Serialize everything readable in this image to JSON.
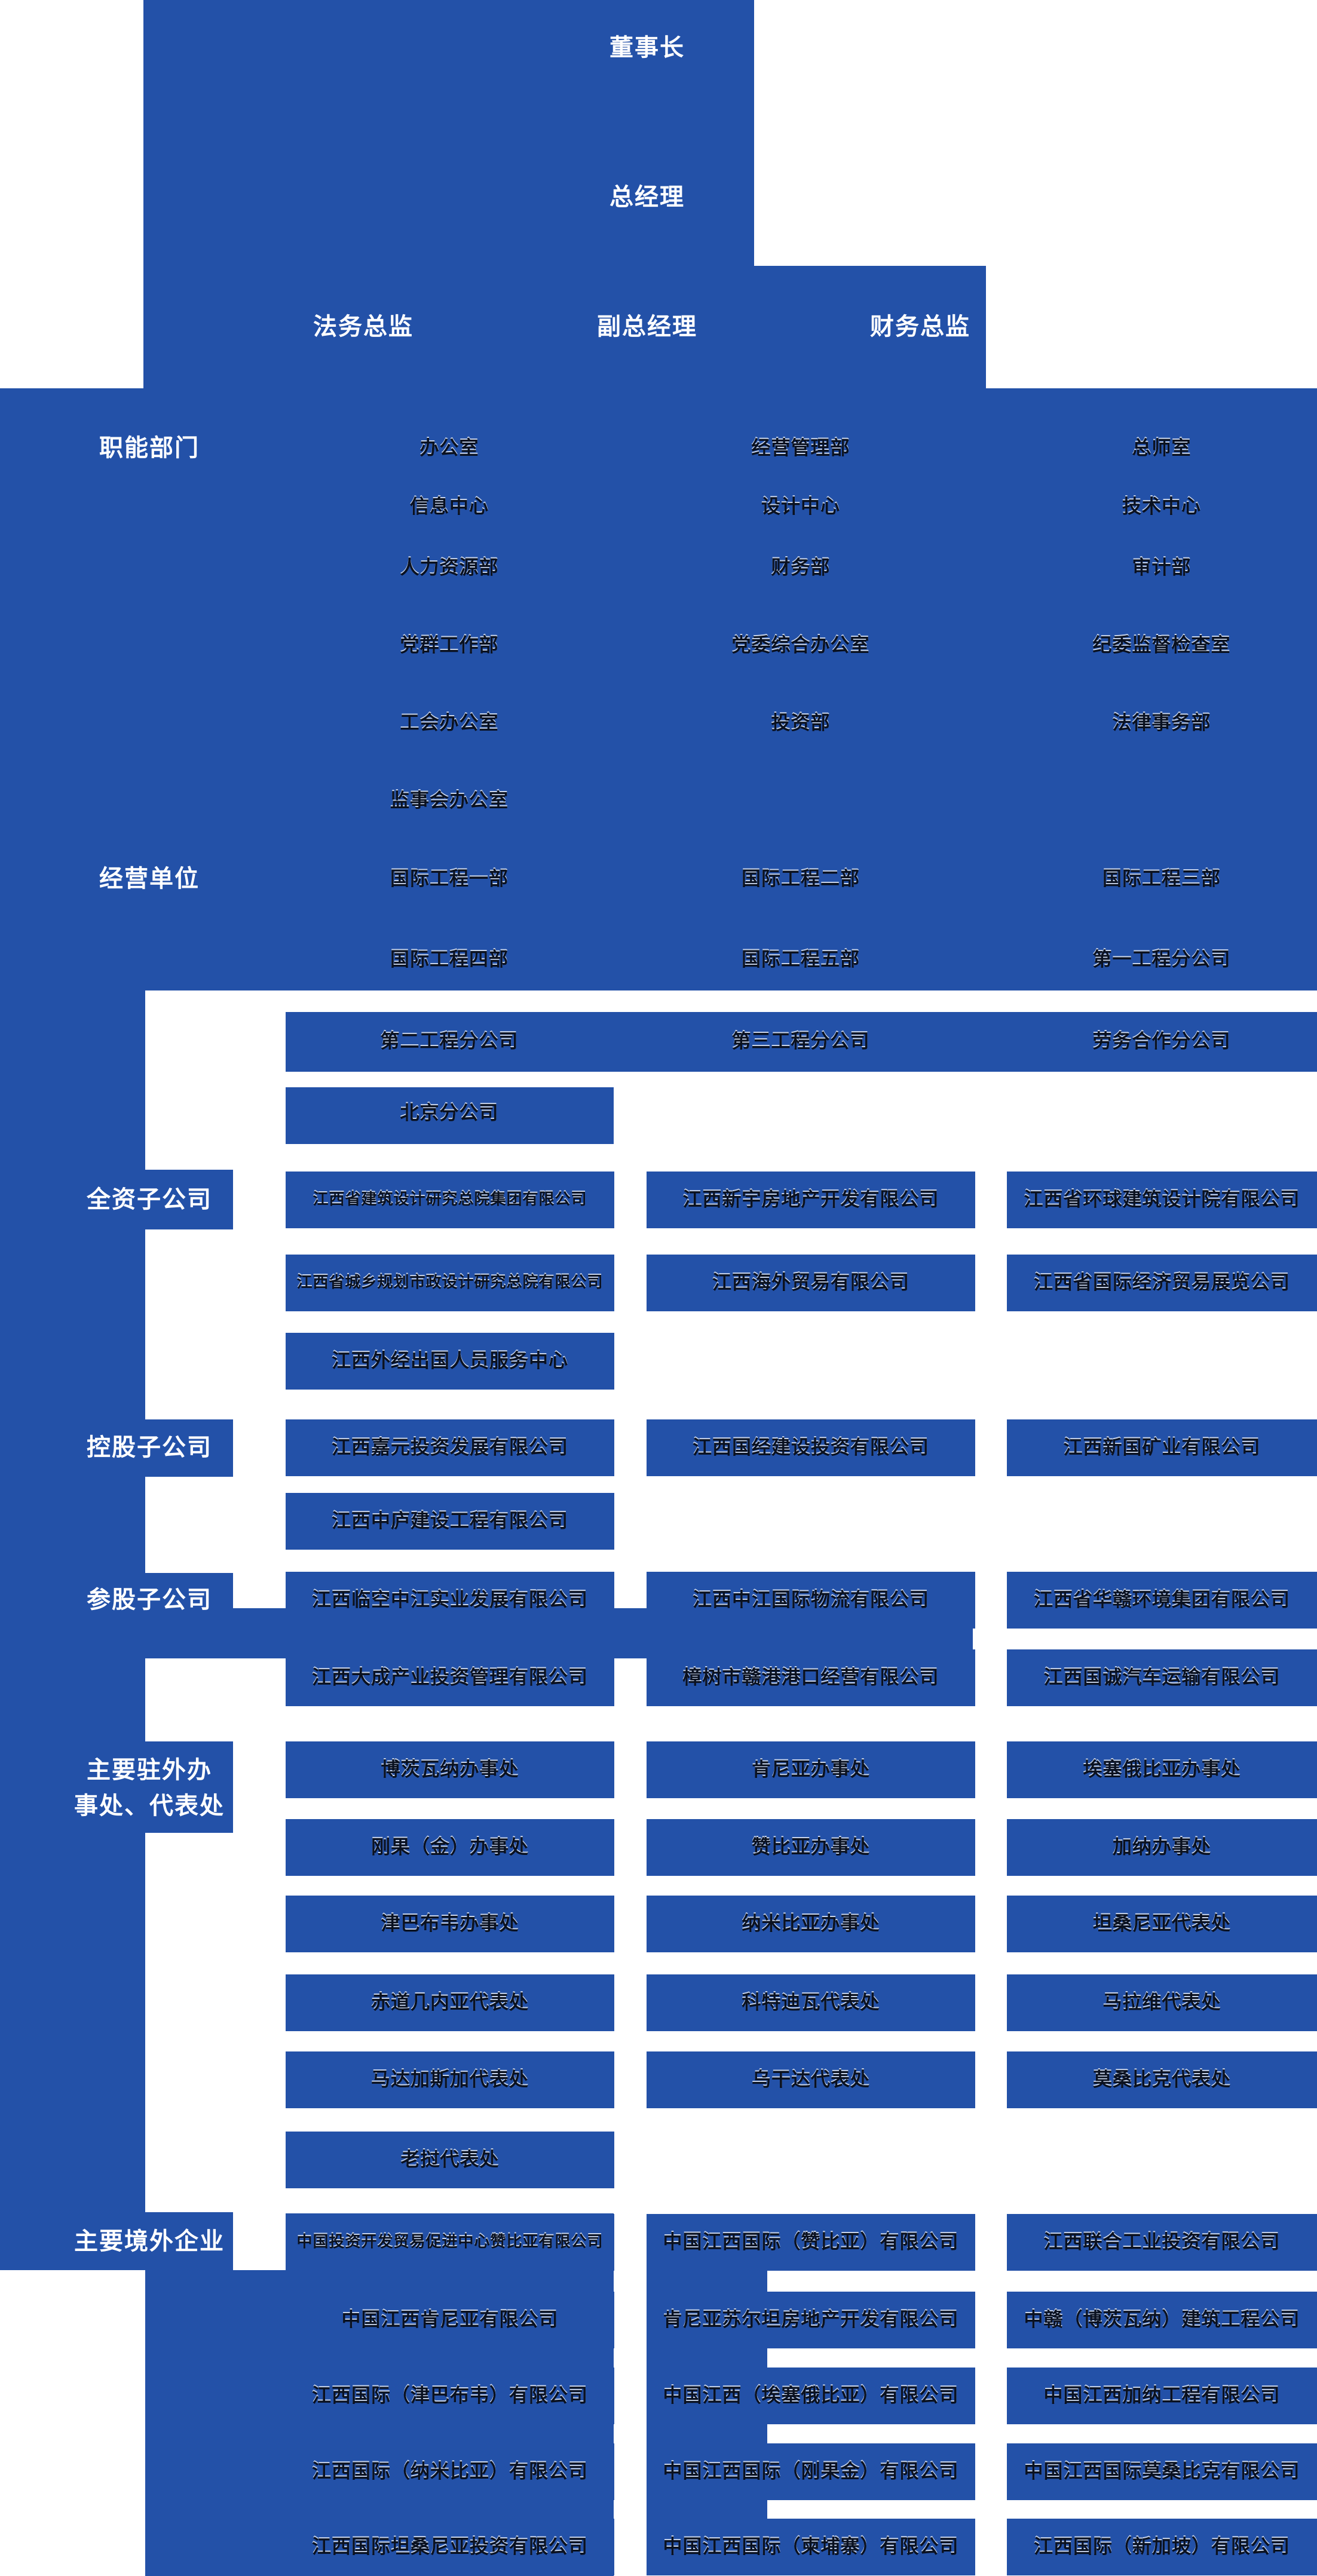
{
  "colors": {
    "primary_blue": "#2351A8",
    "box_text_dark": "#0A1120",
    "header_text_white": "#FFFFFF",
    "page_background": "#FFFFFF"
  },
  "leadership": {
    "chairman": "董事长",
    "general_manager": "总经理",
    "legal_director": "法务总监",
    "deputy_general_manager": "副总经理",
    "finance_director": "财务总监"
  },
  "sections": {
    "functional": {
      "label": "职能部门",
      "rows": [
        [
          "办公室",
          "经营管理部",
          "总师室"
        ],
        [
          "信息中心",
          "设计中心",
          "技术中心"
        ],
        [
          "人力资源部",
          "财务部",
          "审计部"
        ],
        [
          "党群工作部",
          "党委综合办公室",
          "纪委监督检查室"
        ],
        [
          "工会办公室",
          "投资部",
          "法律事务部"
        ],
        [
          "监事会办公室"
        ]
      ]
    },
    "business_units": {
      "label": "经营单位",
      "rows": [
        [
          "国际工程一部",
          "国际工程二部",
          "国际工程三部"
        ],
        [
          "国际工程四部",
          "国际工程五部",
          "第一工程分公司"
        ],
        [
          "第二工程分公司",
          "第三工程分公司",
          "劳务合作分公司"
        ],
        [
          "北京分公司"
        ]
      ]
    },
    "wholly_owned": {
      "label": "全资子公司",
      "rows": [
        [
          "江西省建筑设计研究总院集团有限公司",
          "江西新宇房地产开发有限公司",
          "江西省环球建筑设计院有限公司"
        ],
        [
          "江西省城乡规划市政设计研究总院有限公司",
          "江西海外贸易有限公司",
          "江西省国际经济贸易展览公司"
        ],
        [
          "江西外经出国人员服务中心"
        ]
      ]
    },
    "holding": {
      "label": "控股子公司",
      "rows": [
        [
          "江西嘉元投资发展有限公司",
          "江西国经建设投资有限公司",
          "江西新国矿业有限公司"
        ],
        [
          "江西中庐建设工程有限公司"
        ]
      ]
    },
    "equity": {
      "label": "参股子公司",
      "rows": [
        [
          "江西临空中江实业发展有限公司",
          "江西中江国际物流有限公司",
          "江西省华赣环境集团有限公司"
        ],
        [
          "江西大成产业投资管理有限公司",
          "樟树市赣港港口经营有限公司",
          "江西国诚汽车运输有限公司"
        ]
      ]
    },
    "overseas_offices": {
      "label": "主要驻外办\n事处、代表处",
      "rows": [
        [
          "博茨瓦纳办事处",
          "肯尼亚办事处",
          "埃塞俄比亚办事处"
        ],
        [
          "刚果（金）办事处",
          "赞比亚办事处",
          "加纳办事处"
        ],
        [
          "津巴布韦办事处",
          "纳米比亚办事处",
          "坦桑尼亚代表处"
        ],
        [
          "赤道几内亚代表处",
          "科特迪瓦代表处",
          "马拉维代表处"
        ],
        [
          "马达加斯加代表处",
          "乌干达代表处",
          "莫桑比克代表处"
        ],
        [
          "老挝代表处"
        ]
      ]
    },
    "overseas_companies": {
      "label": "主要境外企业",
      "rows": [
        [
          "中国投资开发贸易促进中心赞比亚有限公司",
          "中国江西国际（赞比亚）有限公司",
          "江西联合工业投资有限公司"
        ],
        [
          "中国江西肯尼亚有限公司",
          "肯尼亚苏尔坦房地产开发有限公司",
          "中赣（博茨瓦纳）建筑工程公司"
        ],
        [
          "江西国际（津巴布韦）有限公司",
          "中国江西（埃塞俄比亚）有限公司",
          "中国江西加纳工程有限公司"
        ],
        [
          "江西国际（纳米比亚）有限公司",
          "中国江西国际（刚果金）有限公司",
          "中国江西国际莫桑比克有限公司"
        ],
        [
          "江西国际坦桑尼亚投资有限公司",
          "中国江西国际（柬埔寨）有限公司",
          "江西国际（新加坡）有限公司"
        ]
      ]
    }
  }
}
